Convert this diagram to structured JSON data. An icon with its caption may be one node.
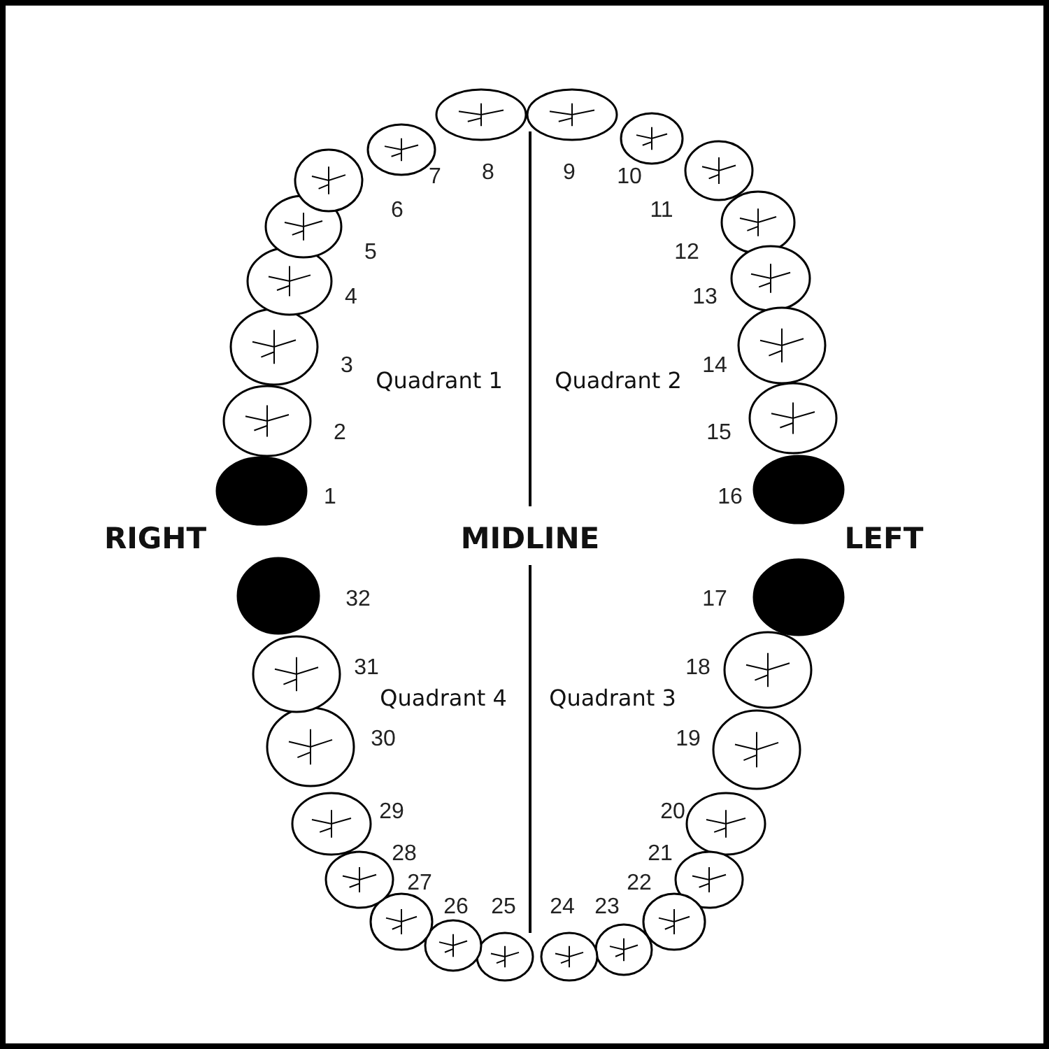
{
  "diagram": {
    "labels": [
      "7",
      "8",
      "9",
      "10",
      "6",
      "11",
      "5",
      "12",
      "4",
      "13",
      "3",
      "Quadrant 1",
      "Quadrant 2",
      "14",
      "2",
      "15",
      "1",
      "16",
      "RIGHT",
      "MIDLINE",
      "LEFT",
      "32",
      "17",
      "31",
      "18",
      "Quadrant 4",
      "Quadrant 3",
      "30",
      "19",
      "29",
      "20",
      "28",
      "21",
      "27",
      "22",
      "26",
      "25",
      "24",
      "23"
    ]
  }
}
